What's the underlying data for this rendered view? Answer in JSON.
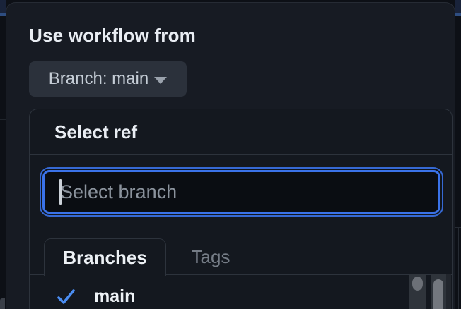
{
  "workflow_dialog": {
    "title": "Use workflow from",
    "branch_button": {
      "label": "Branch: main"
    }
  },
  "ref_selector": {
    "title": "Select ref",
    "search_placeholder": "Select branch",
    "tabs": [
      {
        "label": "Branches",
        "active": true
      },
      {
        "label": "Tags",
        "active": false
      }
    ],
    "refs": [
      {
        "name": "main",
        "selected": true
      }
    ]
  },
  "colors": {
    "focus_ring_blue": "#3a72e8",
    "check_icon_blue": "#4b8df2",
    "page_accent_line": "#2e4d80",
    "modal_bg": "#171b23",
    "panel_bg": "#14181f",
    "input_bg": "#0a0d12"
  }
}
